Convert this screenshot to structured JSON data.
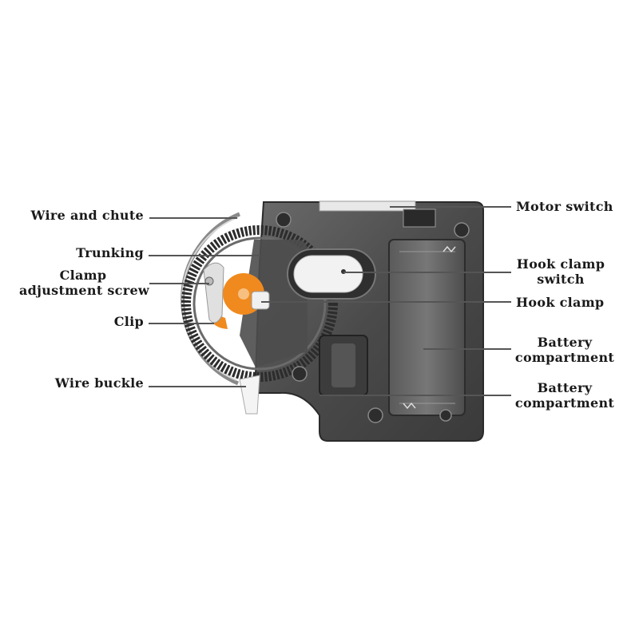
{
  "labels": {
    "wire_chute": "Wire and chute",
    "trunking": "Trunking",
    "clamp_screw_1": "Clamp",
    "clamp_screw_2": "adjustment screw",
    "clip": "Clip",
    "wire_buckle": "Wire buckle",
    "motor_switch": "Motor switch",
    "hook_switch_1": "Hook clamp",
    "hook_switch_2": "switch",
    "hook_clamp": "Hook clamp",
    "battery1_1": "Battery",
    "battery1_2": "compartment",
    "battery2_1": "Battery",
    "battery2_2": "compartment"
  },
  "colors": {
    "body_dark": "#3a3a3a",
    "body_mid": "#5a5a5a",
    "accent_orange": "#f08a1e",
    "background": "#ffffff"
  }
}
